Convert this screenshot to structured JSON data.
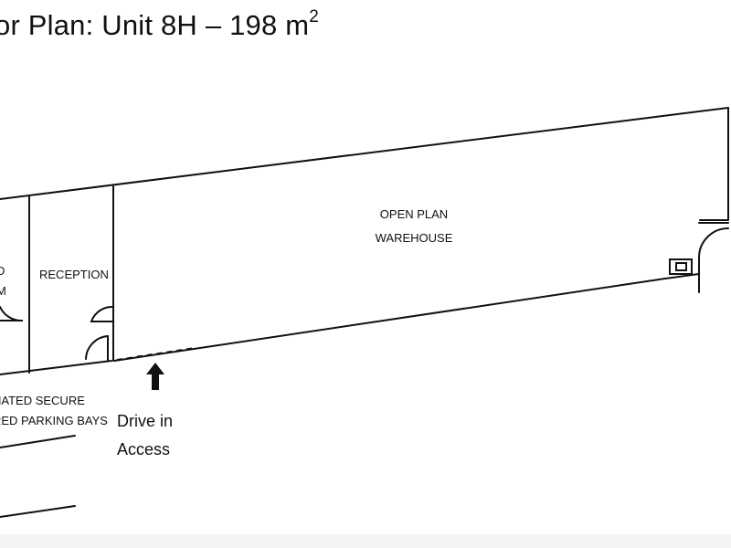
{
  "title": {
    "text": "or Plan: Unit 8H – 198 m",
    "superscript": "2"
  },
  "labels": {
    "warehouse": [
      "OPEN PLAN",
      "WAREHOUSE"
    ],
    "room": [
      "D",
      "M"
    ],
    "reception": "RECEPTION",
    "parking": [
      "NATED SECURE",
      "RED PARKING BAYS"
    ],
    "drive": [
      "Drive in",
      "Access"
    ]
  },
  "colors": {
    "line": "#111111",
    "background": "#ffffff"
  },
  "icons": {
    "arrow": "arrow-up-icon"
  }
}
